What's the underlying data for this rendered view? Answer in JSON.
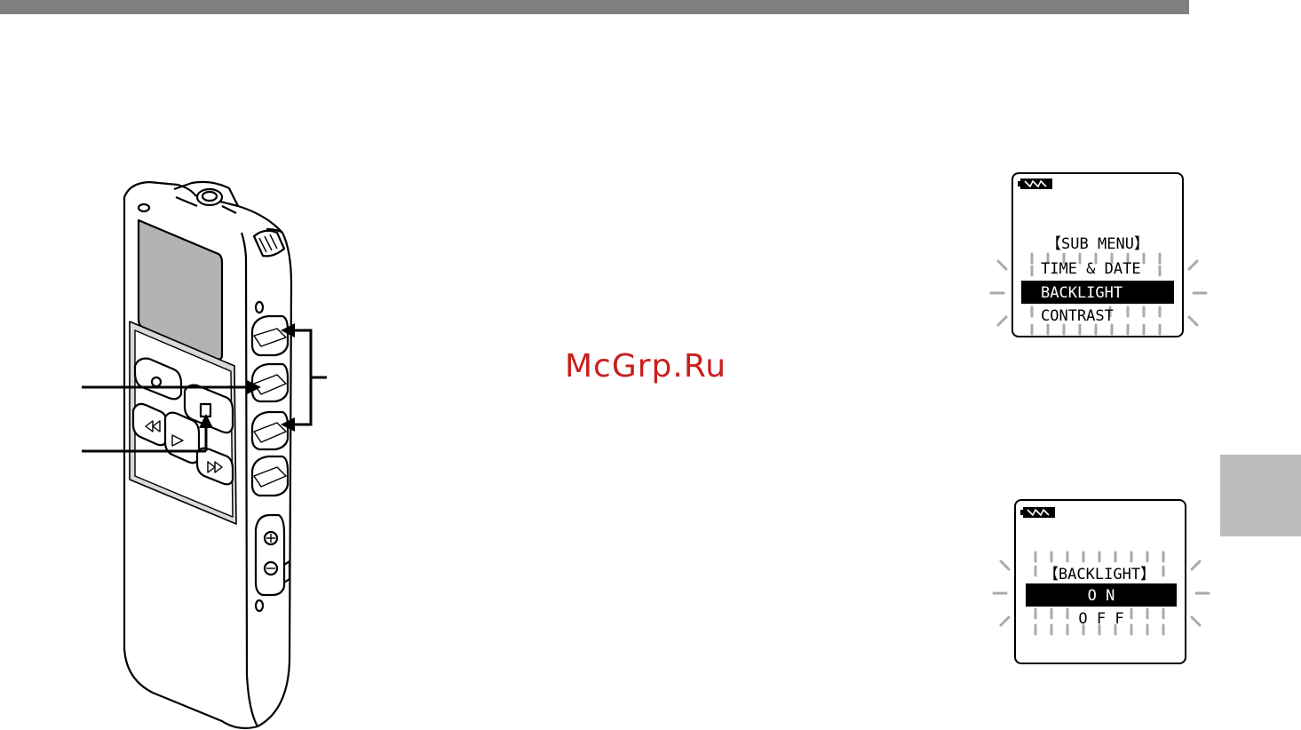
{
  "watermark": "McGrp.Ru",
  "screen1": {
    "title": "【SUB MENU】",
    "items": [
      "TIME & DATE",
      "BACKLIGHT",
      "CONTRAST"
    ],
    "selected_index": 1
  },
  "screen2": {
    "title": "【BACKLIGHT】",
    "items": [
      "O N",
      "O F F"
    ],
    "selected_index": 0
  },
  "colors": {
    "bar": "#808080",
    "tab": "#bdbdbd",
    "watermark": "#c8201e"
  }
}
